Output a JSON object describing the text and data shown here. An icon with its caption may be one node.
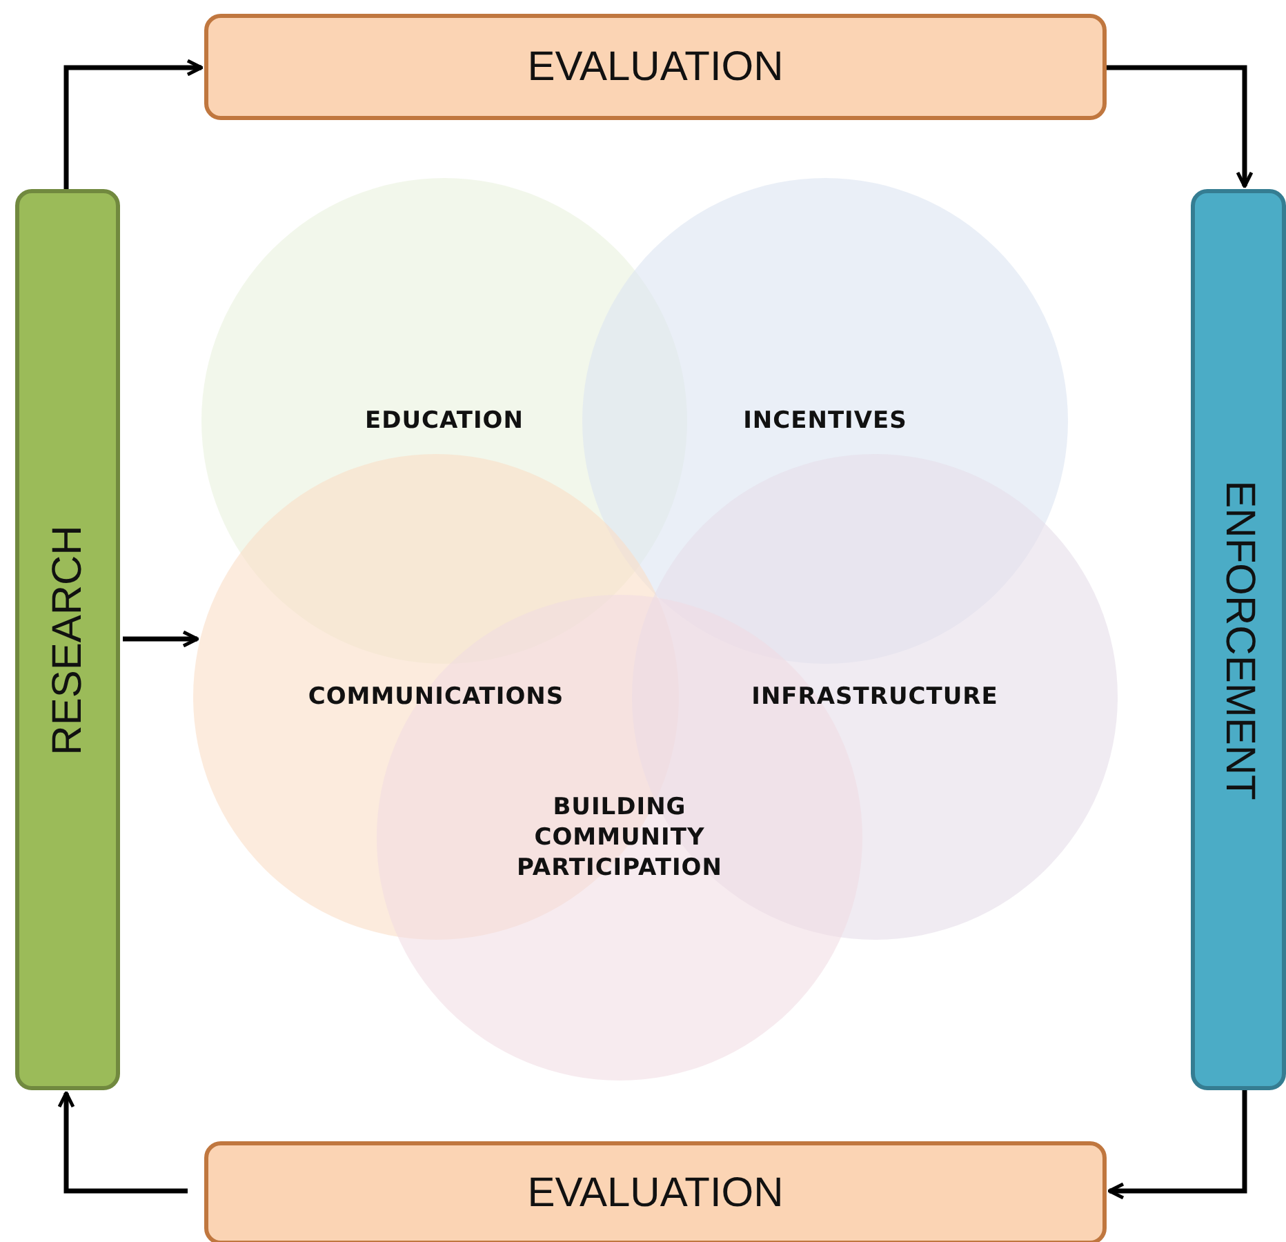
{
  "diagram": {
    "nodes": [
      {
        "text": [
          "EVALUATION"
        ]
      },
      {
        "text": [
          "RESEARCH"
        ]
      },
      {
        "text": [
          "ENFORCEMENT"
        ]
      },
      {
        "text": [
          "EDUCATION"
        ]
      },
      {
        "text": [
          "INCENTIVES"
        ]
      },
      {
        "text": [
          "COMMUNICATIONS"
        ]
      },
      {
        "text": [
          "INFRASTRUCTURE"
        ]
      },
      {
        "text": [
          "BUILDING COMMUNITY PARTICIPATION"
        ]
      },
      {
        "text": [
          "EVALUATION"
        ]
      }
    ],
    "edges": [
      {
        "from": 1,
        "to": 0,
        "arrow": "to"
      },
      {
        "from": 0,
        "to": 2,
        "arrow": "to"
      },
      {
        "from": 2,
        "to": 8,
        "arrow": "to"
      },
      {
        "from": 8,
        "to": 1,
        "arrow": "to"
      },
      {
        "from": 1,
        "to": 5,
        "arrow": "to"
      }
    ]
  }
}
